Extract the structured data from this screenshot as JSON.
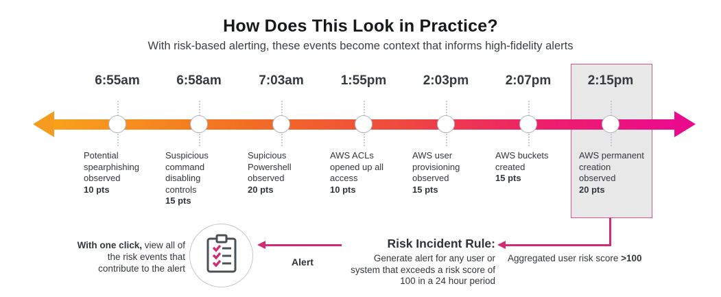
{
  "header": {
    "title": "How Does This Look in Practice?",
    "subtitle": "With risk-based alerting, these events become context that informs high-fidelity alerts"
  },
  "timeline": {
    "events": [
      {
        "time": "6:55am",
        "desc": "Potential spearphishing observed",
        "points": "10 pts",
        "highlighted": false
      },
      {
        "time": "6:58am",
        "desc": "Suspicious command disabling controls",
        "points": "15 pts",
        "highlighted": false
      },
      {
        "time": "7:03am",
        "desc": "Supicious Powershell observed",
        "points": "20 pts",
        "highlighted": false
      },
      {
        "time": "1:55pm",
        "desc": "AWS ACLs opened up all access",
        "points": "10 pts",
        "highlighted": false
      },
      {
        "time": "2:03pm",
        "desc": "AWS user provisioning observed",
        "points": "15 pts",
        "highlighted": false
      },
      {
        "time": "2:07pm",
        "desc": "AWS buckets created",
        "points": "15 pts",
        "highlighted": false
      },
      {
        "time": "2:15pm",
        "desc": "AWS permanent creation observed",
        "points": "20 pts",
        "highlighted": true
      }
    ],
    "colors": {
      "gradient_start": "#f9a11b",
      "gradient_end": "#ea0b8d",
      "accent_pink": "#d32a74",
      "highlight_box_fill": "#e8e8e9",
      "highlight_box_border": "#d9538c"
    }
  },
  "footer": {
    "one_click_bold": "With one click,",
    "one_click_rest": " view all of the risk events that contribute to the alert",
    "icon": "clipboard-checklist-icon",
    "alert_label": "Alert",
    "rule_title": "Risk Incident Rule:",
    "rule_body": "Generate alert for any user or system that exceeds a risk score of 100 in a 24 hour period",
    "aggregate_text": "Aggregated user risk score ",
    "aggregate_bold": ">100"
  }
}
